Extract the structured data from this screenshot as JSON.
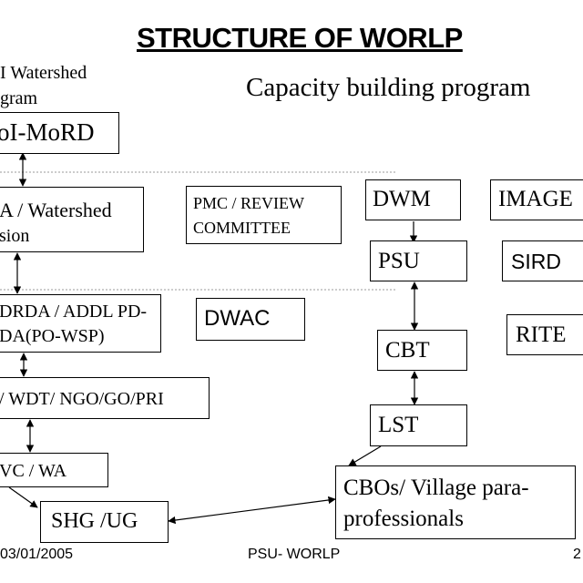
{
  "title": "STRUCTURE OF WORLP",
  "subtitle": "Capacity building program",
  "left_column": {
    "watershed_program": [
      "I Watershed",
      "gram"
    ],
    "goi_mord": "oI-MoRD",
    "mission": [
      "A / Watershed",
      "sion"
    ],
    "drda": [
      "DRDA / ADDL PD-",
      "DA(PO-WSP)"
    ],
    "wdt": "/ WDT/ NGO/GO/PRI",
    "wc_wa": "VC / WA",
    "shg_ug": "SHG /UG"
  },
  "middle": {
    "pmc": [
      "PMC / REVIEW",
      "COMMITTEE"
    ],
    "dwac": "DWAC"
  },
  "right_chain": {
    "dwm": "DWM",
    "psu": "PSU",
    "cbt": "CBT",
    "lst": "LST",
    "cbos": [
      "CBOs/ Village para-",
      "professionals"
    ]
  },
  "institutions": {
    "image": "IMAGE",
    "sird": "SIRD",
    "rite": "RITE"
  },
  "footer": {
    "date": "03/01/2005",
    "center": "PSU- WORLP",
    "page": "2"
  }
}
